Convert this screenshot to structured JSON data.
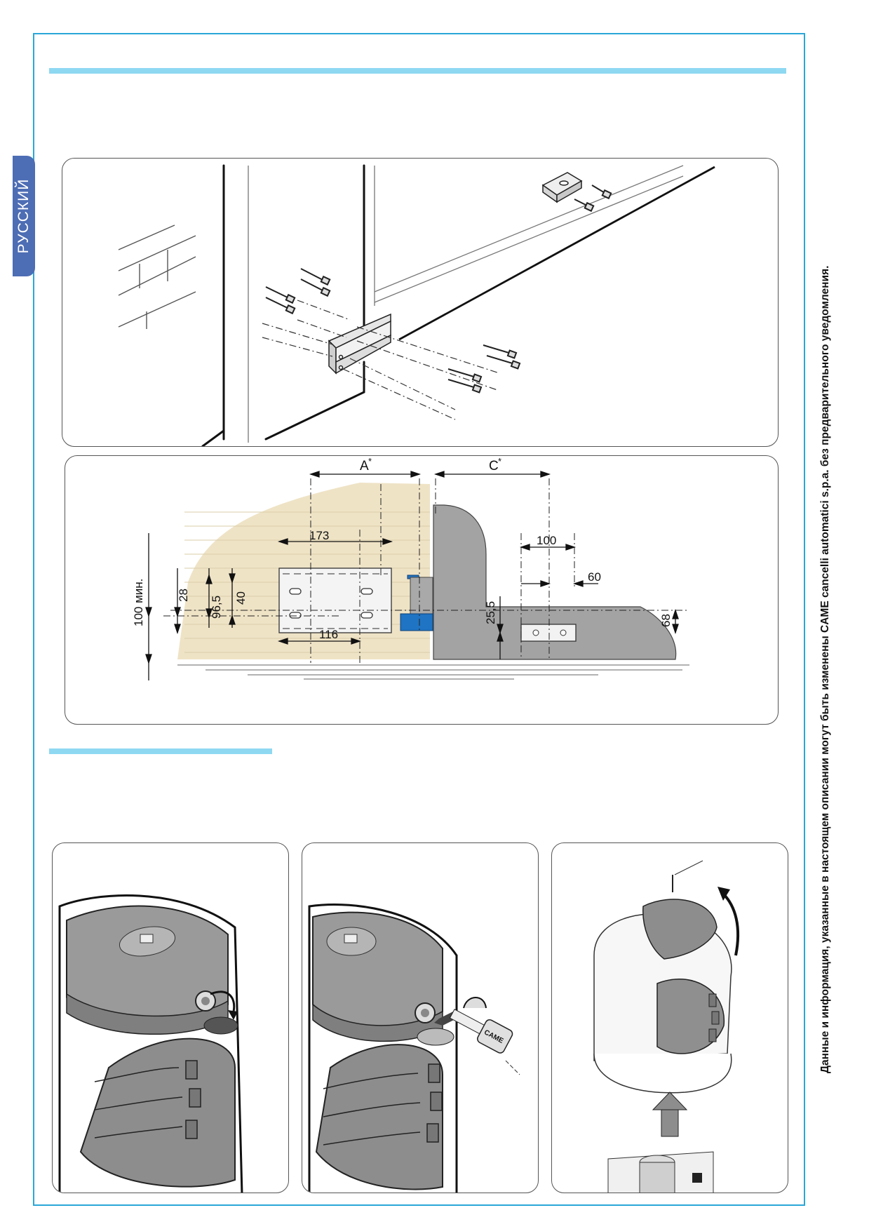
{
  "language_tab": "РУССКИЙ",
  "disclaimer": "Данные и информация, указанные в настоящем описании могут быть изменены CAME cancelli automatici s.p.a. без предварительного уведомления.",
  "figure2_dimensions": {
    "a_label": "A",
    "c_label": "C",
    "asterisk": "*",
    "d173": "173",
    "d100min": "100 мин.",
    "d28": "28",
    "d96_5": "96,5",
    "d40": "40",
    "d116": "116",
    "d100": "100",
    "d60": "60",
    "d25_5": "25,5",
    "d68": "68"
  },
  "key_brand": "CAME",
  "colors": {
    "frame": "#2aa7d8",
    "rule": "#8ed8f2",
    "tab": "#4d6db4",
    "stop_block": "#1f74c4",
    "wall": "#efe3c6",
    "gate_gray": "#a3a3a3",
    "cover_gray": "#9a9a9a"
  }
}
